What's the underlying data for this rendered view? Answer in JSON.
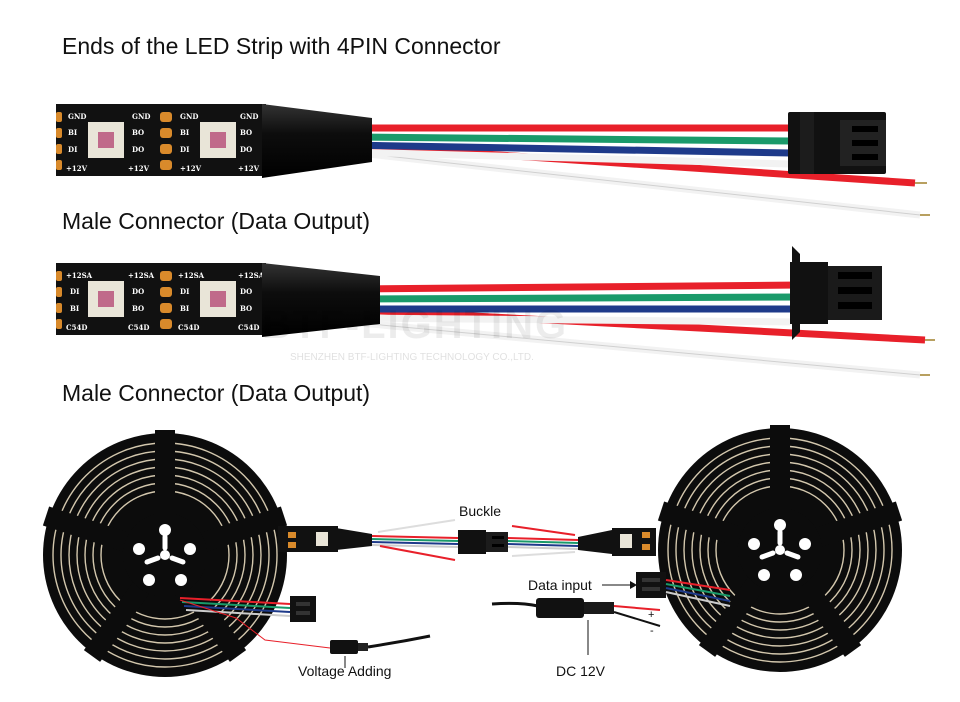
{
  "headings": {
    "top": "Ends of the LED Strip with 4PIN Connector",
    "middle": "Male Connector (Data Output)",
    "bottom": "Male Connector (Data Output)"
  },
  "strip_top": {
    "pads_left_1": [
      "GND",
      "BI",
      "DI",
      "+12V"
    ],
    "pads_right_1": [
      "GND",
      "BO",
      "DO",
      "+12V"
    ],
    "pads_left_2": [
      "GND",
      "BI",
      "DI",
      "+12V"
    ],
    "pads_right_2": [
      "GND",
      "BO",
      "DO",
      "+12V"
    ]
  },
  "strip_middle": {
    "pads_left_1": [
      "+12SA",
      "DI",
      "BI",
      "C54D"
    ],
    "pads_right_1": [
      "+12SA",
      "DO",
      "BO",
      "C54D"
    ],
    "pads_left_2": [
      "+12SA",
      "DI",
      "BI",
      "C54D"
    ],
    "pads_right_2": [
      "+12SA",
      "DO",
      "BO",
      "C54D"
    ]
  },
  "watermark": {
    "brand": "BTF-LIGHTING",
    "company": "SHENZHEN BTF-LIGHTING TECHNOLOGY CO.,LTD."
  },
  "labels": {
    "buckle": "Buckle",
    "data_input": "Data input",
    "voltage_adding": "Voltage Adding",
    "dc": "DC 12V",
    "plus": "+",
    "minus": "-"
  },
  "colors": {
    "red_wire": "#e8202a",
    "green_wire": "#1a9a6a",
    "blue_wire": "#1e3a8a",
    "white_wire": "#f2f2f2",
    "strip_black": "#111111",
    "pad_gold": "#d98a2b"
  }
}
